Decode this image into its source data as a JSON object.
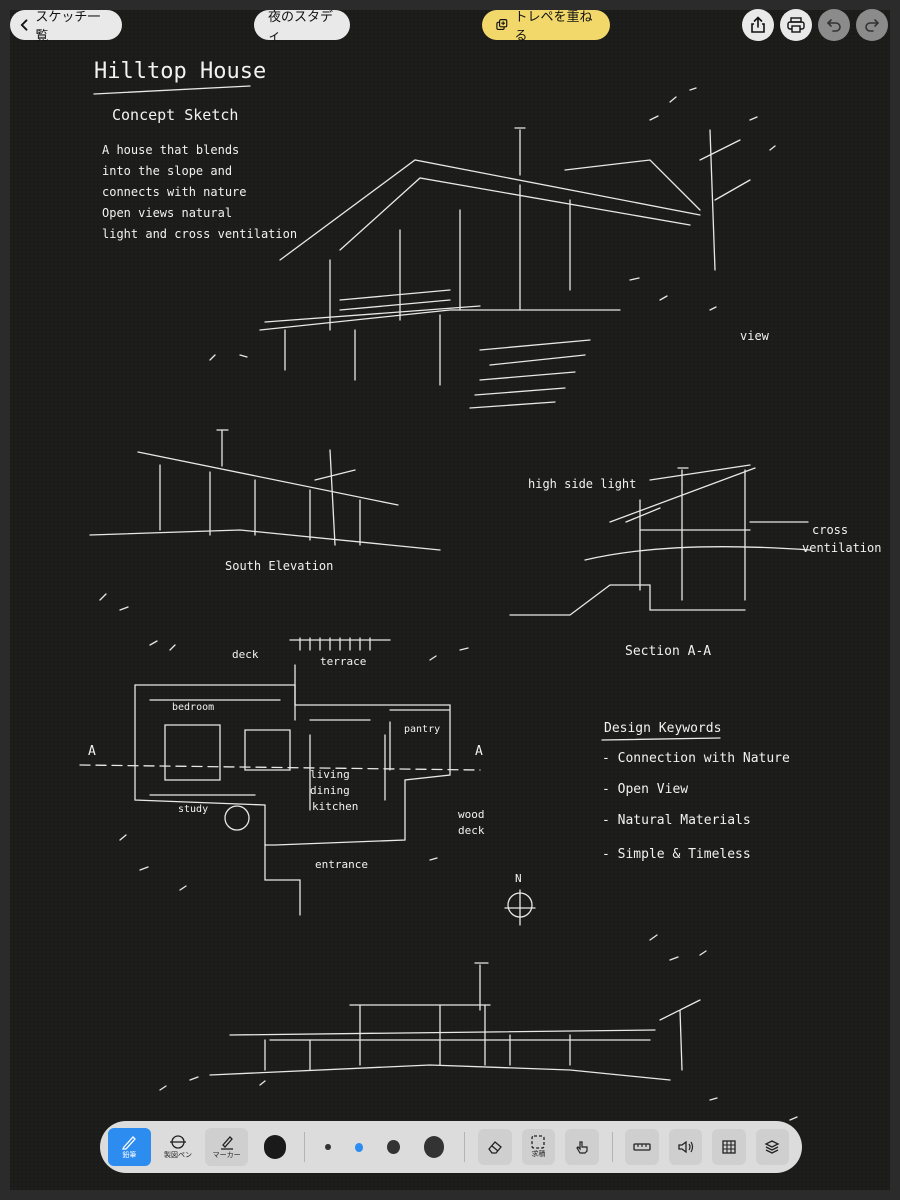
{
  "header": {
    "back_label": "スケッチ一覧",
    "document_title": "夜のスタディ",
    "trace_label": "トレペを重ねる"
  },
  "icons": {
    "back": "chevron-left-icon",
    "trace": "layers-copy-icon",
    "share": "share-icon",
    "print": "printer-icon",
    "undo": "undo-icon",
    "redo": "redo-icon"
  },
  "sketch": {
    "title": "Hilltop House",
    "subtitle": "Concept Sketch",
    "notes": [
      "A house that blends",
      "into the slope and",
      "connects with nature",
      "Open views natural",
      "light and cross ventilation"
    ],
    "view_label": "view",
    "south_elevation": "South Elevation",
    "high_side_light": "high side light",
    "cross_ventilation": [
      "cross",
      "ventilation"
    ],
    "section_label": "Section A-A",
    "plan": {
      "deck": "deck",
      "terrace": "terrace",
      "bedroom": "bedroom",
      "pantry": "pantry",
      "study": "study",
      "living": "living",
      "dining": "dining",
      "kitchen": "kitchen",
      "wood_deck": [
        "wood",
        "deck"
      ],
      "entrance": "entrance",
      "section_mark": "A",
      "north": "N"
    },
    "keywords_title": "Design Keywords",
    "keywords": [
      "- Connection with Nature",
      "- Open View",
      "- Natural Materials",
      "- Simple & Timeless"
    ]
  },
  "toolbar": {
    "pencil": "鉛筆",
    "technical_pen": "製図ペン",
    "marker": "マーカー",
    "select": "求積",
    "selected_color": "#1a1a1a",
    "accent": "#2d8cf0",
    "sizes": [
      "small",
      "medium",
      "large",
      "x-large"
    ],
    "selected_size": "medium"
  }
}
